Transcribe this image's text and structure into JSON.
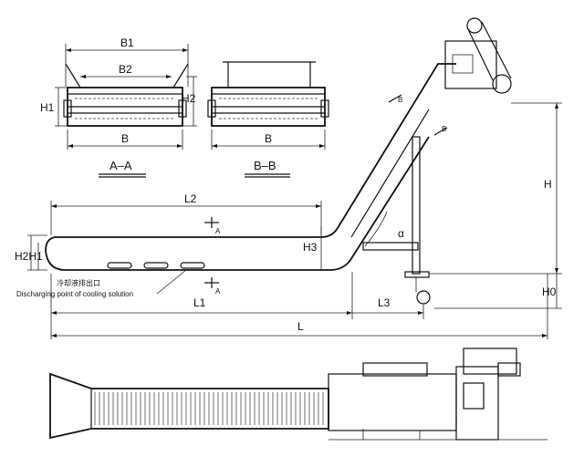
{
  "sections": {
    "a_a": {
      "title": "A–A",
      "b1": "B1",
      "b2": "B2",
      "b": "B",
      "h1": "H1",
      "h2": "H2"
    },
    "b_b": {
      "title": "B–B",
      "b": "B"
    }
  },
  "side_view": {
    "l2": "L2",
    "l1": "L1",
    "l3": "L3",
    "l": "L",
    "h": "H",
    "h0": "H0",
    "h3": "H3",
    "h2h1": "H2H1",
    "alpha": "α",
    "section_a": "A",
    "section_b": "B",
    "cn_label": "冷却液排出口",
    "discharge_label": "Discharging point of cooling solution"
  }
}
